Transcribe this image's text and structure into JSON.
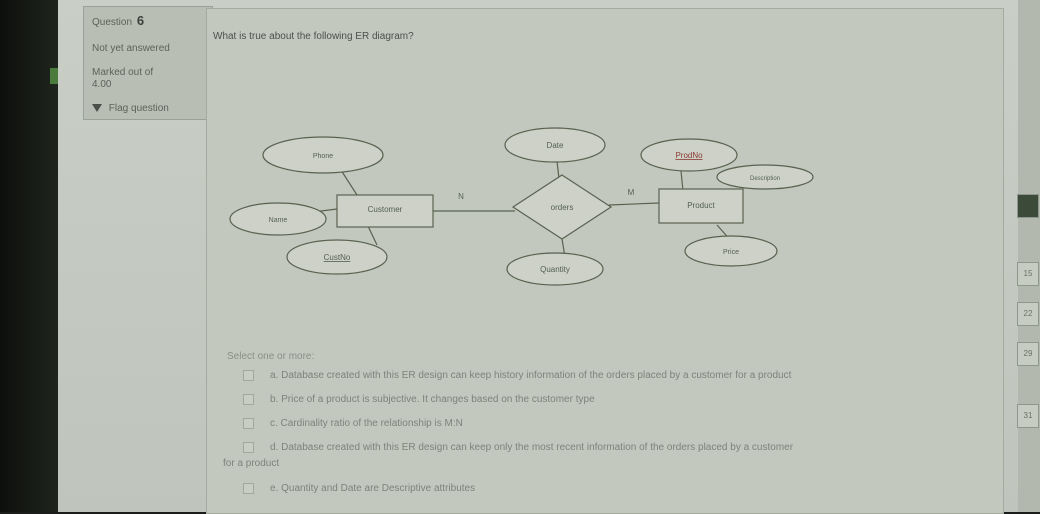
{
  "sidebar": {
    "question_label": "Question",
    "question_number": "6",
    "status": "Not yet answered",
    "marked_label": "Marked out of",
    "marked_value": "4.00",
    "flag_label": "Flag question"
  },
  "question": {
    "text": "What is true about the following ER diagram?"
  },
  "diagram": {
    "entities": {
      "customer": "Customer",
      "product": "Product"
    },
    "relationship": "orders",
    "attributes": {
      "phone": "Phone",
      "name": "Name",
      "custno": "CustNo",
      "date": "Date",
      "quantity": "Quantity",
      "prodno": "ProdNo",
      "description": "Description",
      "price": "Price"
    },
    "cardinality": {
      "left": "N",
      "right": "M"
    }
  },
  "answers": {
    "prompt": "Select one or more:",
    "options": [
      "a. Database created with this ER design can keep history information of the orders placed by a customer for a product",
      "b. Price of a product is subjective. It changes based on the customer type",
      "c. Cardinality ratio of the relationship is M:N",
      "d. Database created with this ER design can keep only the most recent information of the orders placed by a customer",
      "for a product",
      "e. Quantity and Date are Descriptive attributes"
    ]
  },
  "nav": {
    "items": [
      "15",
      "22",
      "29",
      "31"
    ]
  }
}
